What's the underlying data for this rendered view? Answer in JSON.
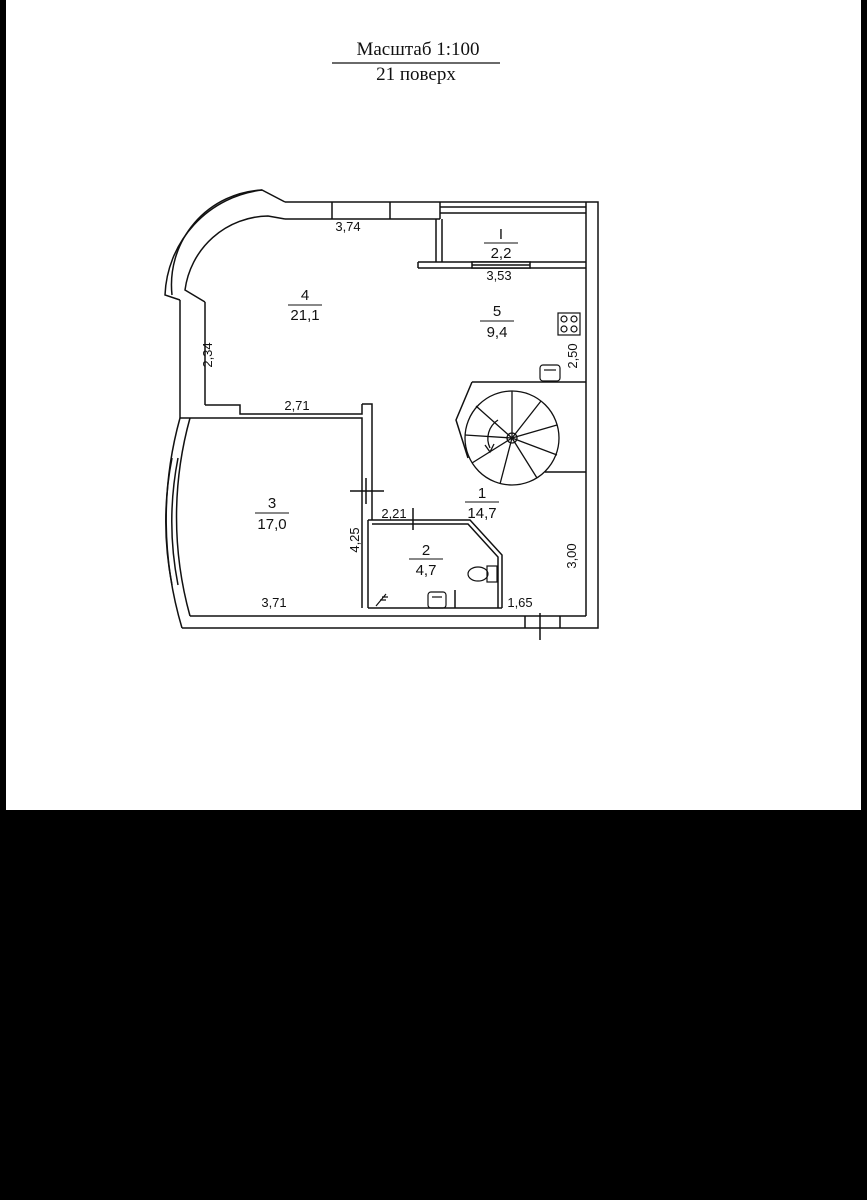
{
  "header": {
    "scale": "Масштаб 1:100",
    "floor": "21 поверх"
  },
  "rooms": [
    {
      "number": "1",
      "area": "14,7"
    },
    {
      "number": "2",
      "area": "4,7"
    },
    {
      "number": "3",
      "area": "17,0"
    },
    {
      "number": "4",
      "area": "21,1"
    },
    {
      "number": "5",
      "area": "9,4"
    },
    {
      "number": "I",
      "area": "2,2"
    }
  ],
  "dimensions": {
    "top_wall": "3,74",
    "balcony_rail": "3,53",
    "left_wall_room4": "2,34",
    "partition_room3_4": "2,71",
    "right_wall_room5": "2,50",
    "bath_top": "2,21",
    "bath_left": "4,25",
    "right_wall_room1": "3,00",
    "bottom_room3": "3,71",
    "bottom_right": "1,65"
  }
}
